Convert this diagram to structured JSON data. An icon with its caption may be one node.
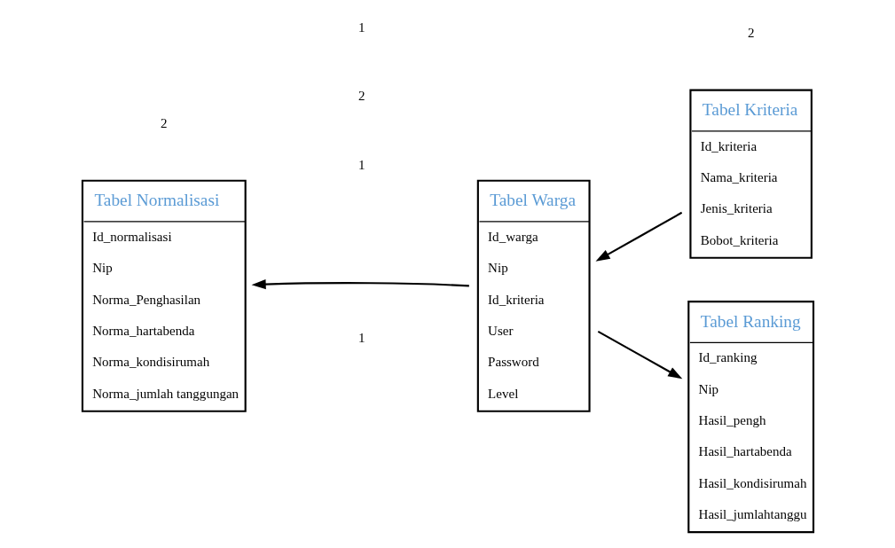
{
  "diagram": {
    "nodes": [
      {
        "text": [
          "Tabel Normalisasi",
          "Id_normalisasi",
          "Nip",
          "Norma_Penghasilan",
          "Norma_hartabenda",
          "Norma_kondisirumah",
          "Norma_jumlah tanggungan"
        ]
      },
      {
        "text": [
          "Tabel Kriteria",
          "Id_kriteria",
          "Nama_kriteria",
          "Jenis_kriteria",
          "Bobot_kriteria"
        ]
      },
      {
        "text": [
          "Tabel Warga",
          "Id_warga",
          "Nip",
          "Id_kriteria",
          "User",
          "Password",
          "Level"
        ]
      },
      {
        "text": [
          "Tabel Ranking",
          "Id_ranking",
          "Nip",
          "Hasil_pengh",
          "Hasil_hartabenda",
          "Hasil_kondisirumah",
          "Hasil_jumlahtanggu"
        ]
      }
    ],
    "edges": [
      {
        "from": 2,
        "to": 0,
        "arrow": "to"
      },
      {
        "from": 1,
        "to": 2,
        "arrow": "to"
      },
      {
        "from": 2,
        "to": 3,
        "arrow": "to"
      }
    ],
    "labels": [
      "1",
      "2",
      "1",
      "2",
      "1",
      "2"
    ]
  }
}
